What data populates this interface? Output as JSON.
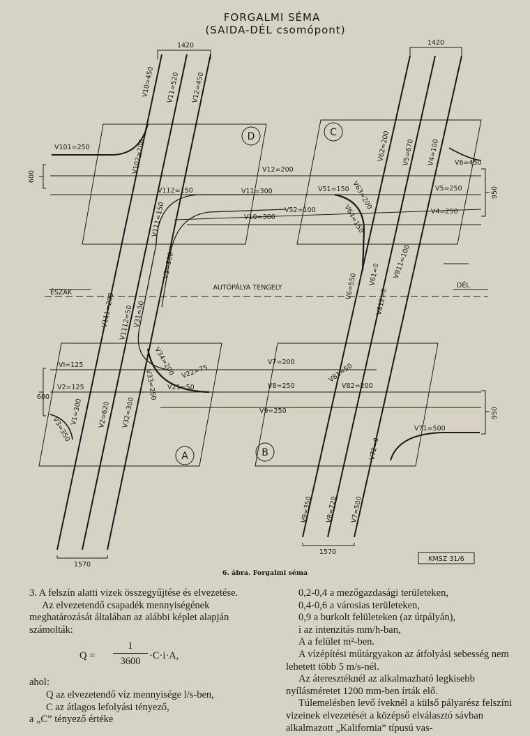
{
  "diagram": {
    "title_line1": "FORGALMI SÉMA",
    "title_line2": "(SAIDA-DÉL csomópont)",
    "dims": {
      "top_left": "1420",
      "top_right": "1420",
      "bottom_left": "1570",
      "bottom_right": "1570",
      "left_upper": "600",
      "left_lower": "600",
      "right_upper": "950",
      "right_lower": "950"
    },
    "zones": [
      "A",
      "B",
      "C",
      "D"
    ],
    "axis_north": "ÉSZAK",
    "axis_label": "AUTÓPÁLYA TENGELY",
    "axis_south": "DÉL",
    "labels": {
      "v10": "V10=450",
      "v11": "V11=520",
      "v12": "V12=450",
      "v101": "V101=250",
      "v102": "V102=200",
      "v12h": "V12=200",
      "v112": "V112=150",
      "v11h": "V11=300",
      "v10h": "V10=300",
      "v111": "V111=150",
      "v3": "V3=800",
      "v1112": "V1112=50",
      "v111v": "V111=200",
      "v31": "V31=50",
      "v62": "V62=200",
      "v5": "V5=670",
      "v4": "V4=100",
      "v6": "V6=450",
      "v51": "V51=150",
      "v63": "V63=200",
      "v5h": "V5=250",
      "v52": "V52=100",
      "v64": "V64=150",
      "v4h": "V4=250",
      "v61": "V61=0",
      "v811": "V811=100",
      "v6v": "V6=550",
      "v812": "V812=0",
      "vI": "VI=125",
      "v34": "V34=200",
      "v22": "V22=75",
      "v7": "V7=200",
      "v81": "V81=50",
      "v33": "V33=250",
      "v2": "V2=125",
      "v21": "V21=50",
      "v8": "V8=250",
      "v82": "V82=200",
      "v1": "V1=300",
      "v2v": "V2=620",
      "v32": "V32=300",
      "v9": "V9=250",
      "v3b": "V3=350",
      "v72": "V72=0",
      "v71": "V71=500",
      "v9v": "V9=350",
      "v8v": "V8=720",
      "v7v": "V7=500"
    },
    "stamp": "KMSZ 31/6"
  },
  "caption": "6. ábra. Forgalmi séma",
  "text": {
    "heading": "3. A felszín alatti vizek összegyűjtése és elvezetése.",
    "para1": "Az elvezetendő csapadék mennyiségének meghatározását általában az alábbi képlet alapján számolták:",
    "formula_q": "Q =",
    "formula_num": "1",
    "formula_den": "3600",
    "formula_rest": "·C·i·A,",
    "where": "ahol:",
    "def_q": "Q az elvezetendő víz mennyisége l/s-ben,",
    "def_c": "C az átlagos lefolyási tényező,",
    "def_c2": "a „C” tényező értéke",
    "r1": "0,2-0,4 a mezőgazdasági területeken,",
    "r2": "0,4-0,6 a városias területeken,",
    "r3": "0,9 a burkolt felületeken (az útpályán),",
    "r4": "i az intenzitás mm/h-ban,",
    "r5": "A a felület m²-ben.",
    "r6": "A vízépítési műtárgyakon az átfolyási sebesség nem lehetett több 5 m/s-nél.",
    "r7": "Az áteresztéknél az alkalmazható legkisebb nyílásméretet 1200 mm-ben írták elő.",
    "r8": "Túlemelésben levő íveknél a külső pályarész felszíni vizeinek elvezetését a középső elválasztó sávban alkalmazott „Kalifornia” típusú vas-"
  }
}
